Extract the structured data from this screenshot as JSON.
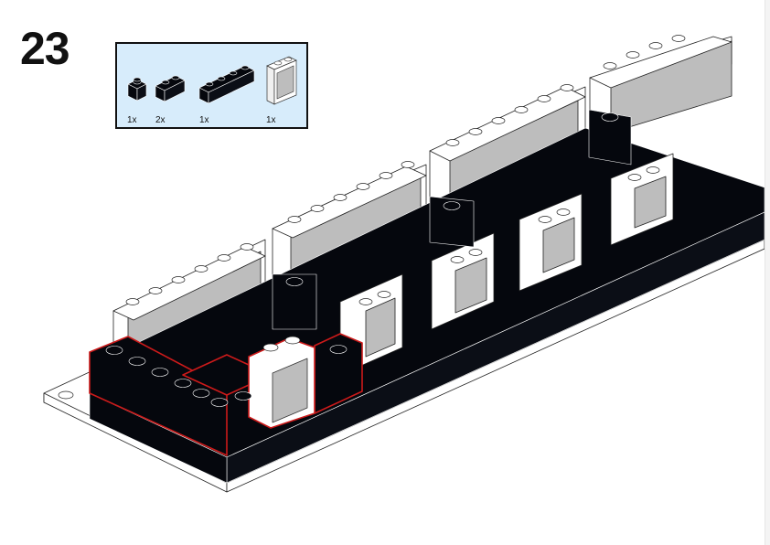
{
  "step": {
    "number": "23"
  },
  "parts_list": {
    "items": [
      {
        "name": "black-brick-1x1",
        "color": "#05070d",
        "qty": "1x"
      },
      {
        "name": "black-brick-1x2",
        "color": "#05070d",
        "qty": "2x"
      },
      {
        "name": "black-brick-1x4",
        "color": "#05070d",
        "qty": "1x"
      },
      {
        "name": "white-window-1x2x2",
        "color": "#ffffff",
        "qty": "1x"
      }
    ],
    "background": "#d7ecfb"
  },
  "model": {
    "highlight_color": "#cc1a1a",
    "brick_color": "#05070d",
    "glass_color": "#bdbdbd",
    "plate_color": "#ffffff"
  }
}
